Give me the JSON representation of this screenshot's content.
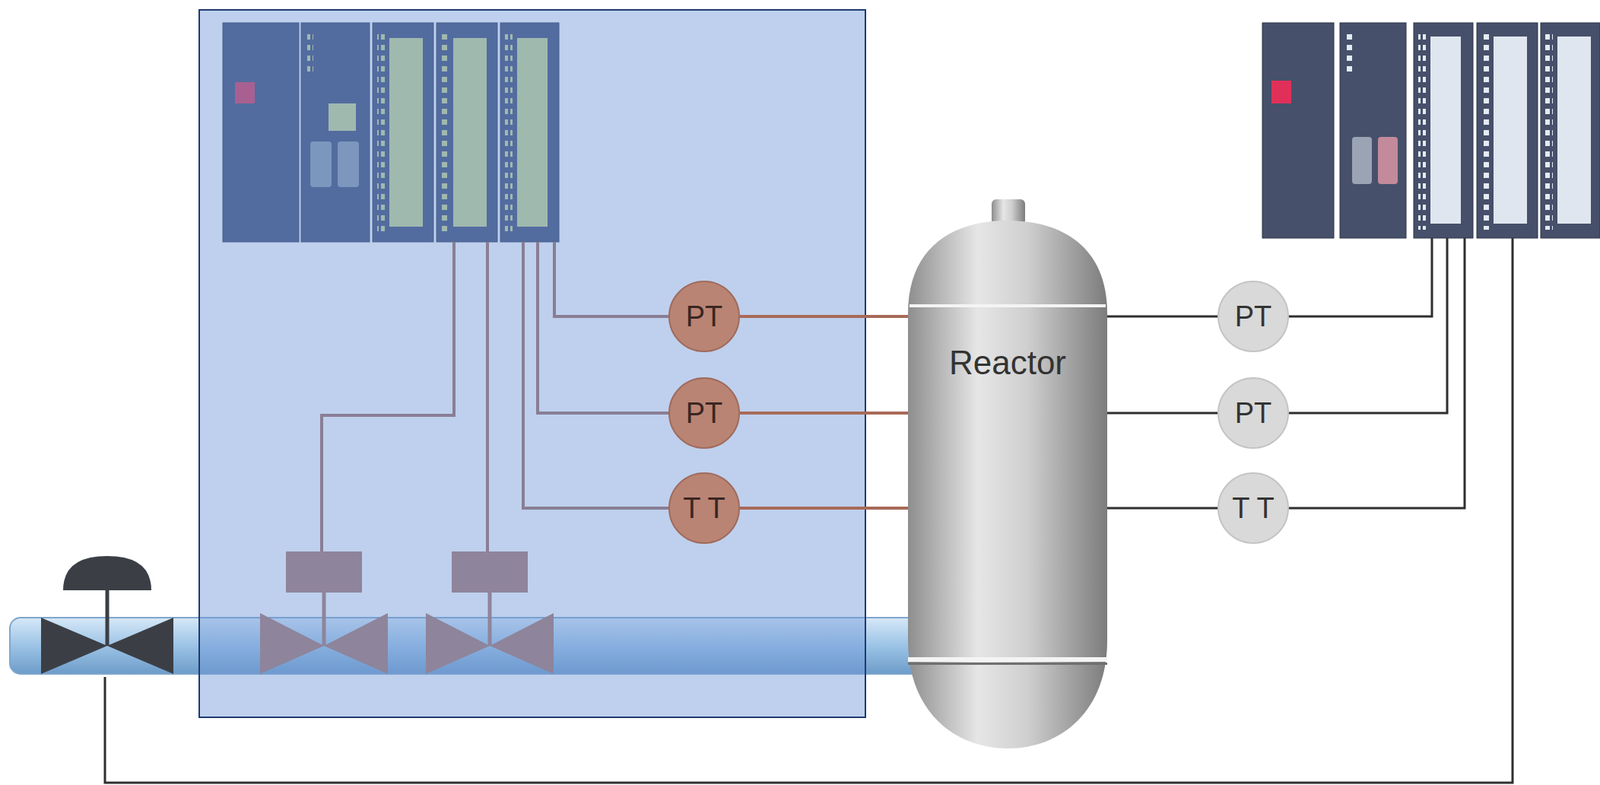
{
  "diagram": {
    "nodes": [
      {
        "text": [
          "PT"
        ]
      },
      {
        "text": [
          "PT"
        ]
      },
      {
        "text": [
          "T T"
        ]
      },
      {
        "text": [
          "Reactor"
        ]
      },
      {
        "text": [
          "PT"
        ]
      },
      {
        "text": [
          "PT"
        ]
      },
      {
        "text": [
          "T T"
        ]
      }
    ],
    "edges": [
      {
        "from": 0,
        "to": 3,
        "arrow": "none"
      },
      {
        "from": 1,
        "to": 3,
        "arrow": "none"
      },
      {
        "from": 2,
        "to": 3,
        "arrow": "none"
      },
      {
        "from": 3,
        "to": 4,
        "arrow": "none"
      },
      {
        "from": 3,
        "to": 5,
        "arrow": "none"
      },
      {
        "from": 3,
        "to": 6,
        "arrow": "none"
      }
    ]
  }
}
